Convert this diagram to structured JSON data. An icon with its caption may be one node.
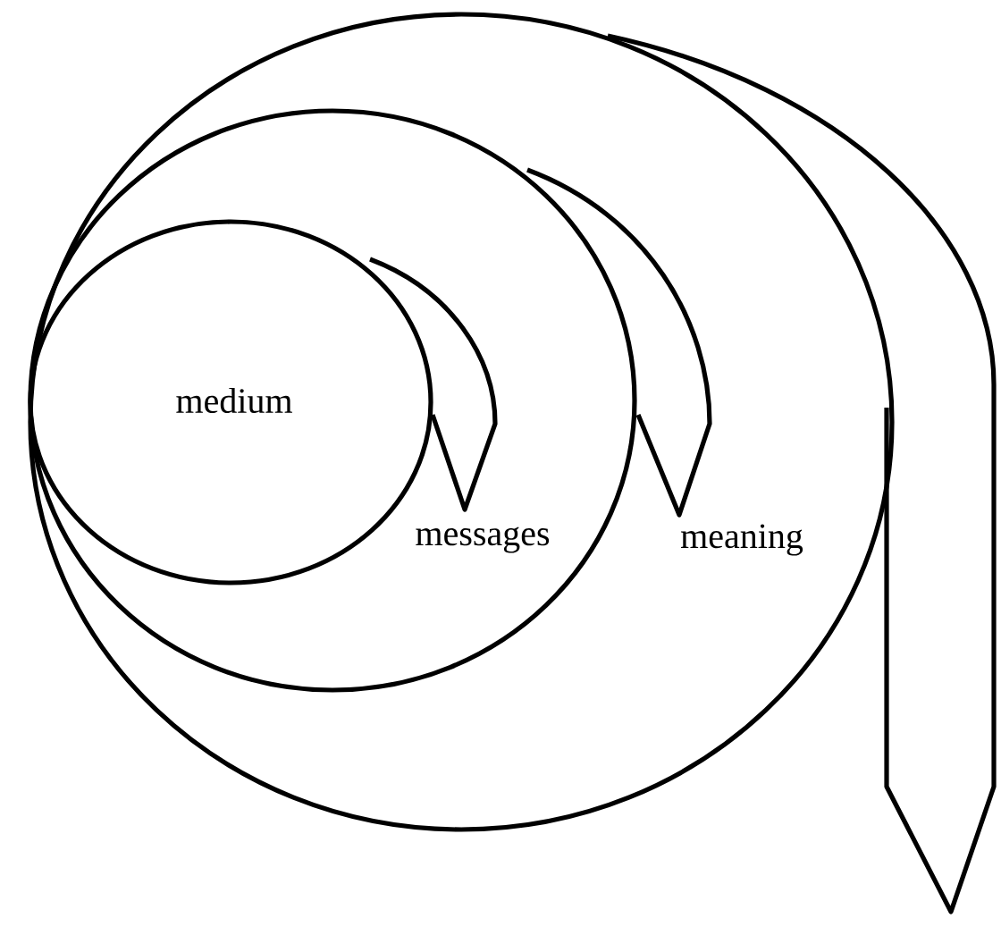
{
  "diagram": {
    "nodes": [
      {
        "text": [
          "meaning"
        ]
      },
      {
        "text": [
          "messages"
        ],
        "in": 0
      },
      {
        "text": [
          "medium"
        ],
        "in": 1
      }
    ]
  }
}
